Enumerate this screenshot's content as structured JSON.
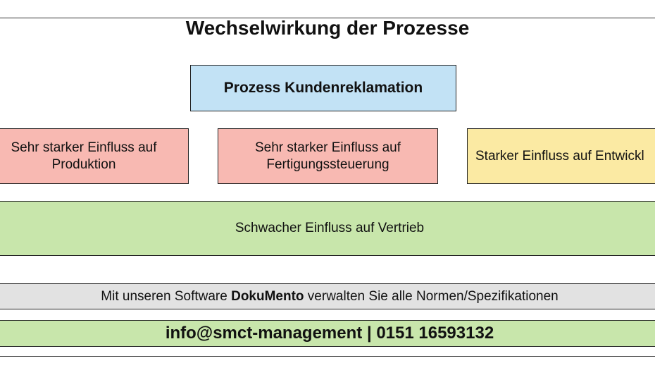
{
  "title": "Wechselwirkung der Prozesse",
  "colors": {
    "blue": "#c2e2f5",
    "red": "#f8b9b2",
    "yellow": "#fbeaa3",
    "green": "#c8e6ab",
    "gray": "#e2e2e2"
  },
  "process_box": {
    "label": "Prozess Kundenreklamation"
  },
  "influences": [
    {
      "label": "Sehr starker Einfluss auf\nProduktion"
    },
    {
      "label": "Sehr starker Einfluss auf\nFertigungssteuerung"
    },
    {
      "label": "Starker Einfluss auf Entwickl"
    }
  ],
  "weak_influence": {
    "label": "Schwacher Einfluss auf Vertrieb"
  },
  "footer": {
    "software_prefix": "Mit unseren Software ",
    "software_name": "DokuMento",
    "software_suffix": " verwalten Sie alle Normen/Spezifikationen",
    "contact": "info@smct-management | 0151 16593132"
  }
}
